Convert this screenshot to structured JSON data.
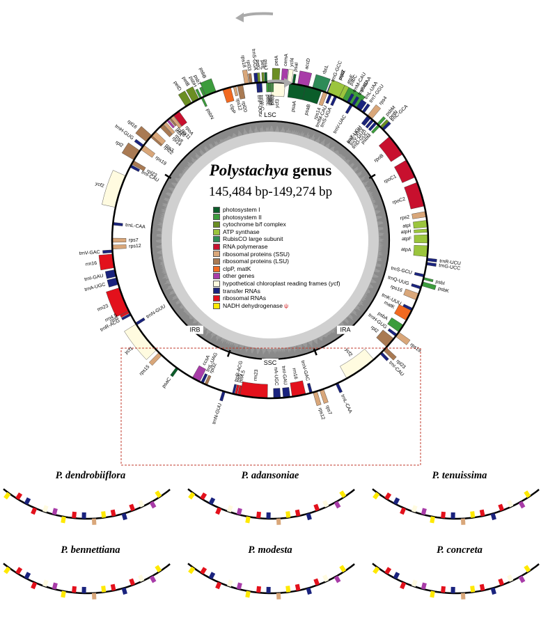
{
  "title": {
    "genus": "Polystachya",
    "suffix": "genus",
    "size_range": "145,484 bp-149,274 bp"
  },
  "regions": {
    "lsc": "LSC",
    "ssc": "SSC",
    "irb": "IRB",
    "ira": "IRA"
  },
  "colors": {
    "photosystem_I": "#0b5d2a",
    "photosystem_II": "#3c9c3c",
    "cytochrome": "#6b8e23",
    "atp": "#9bc53d",
    "rubisco": "#2e8b57",
    "rna_pol": "#c8102e",
    "rps": "#d9a77a",
    "rpl": "#a97a53",
    "clp_matk": "#f26a21",
    "other": "#a83ca8",
    "ycf": "#fffbe0",
    "trna": "#1a237e",
    "rrna": "#e3111c",
    "ndh": "#ffe900",
    "gc_dark": "#8a8a8a",
    "gc_light": "#d0d0d0",
    "box": "#c0392b"
  },
  "legend": [
    {
      "label": "photosystem I",
      "color": "#0b5d2a"
    },
    {
      "label": "photosystem II",
      "color": "#3c9c3c"
    },
    {
      "label": "cytochrome b/f complex",
      "color": "#6b8e23"
    },
    {
      "label": "ATP synthase",
      "color": "#9bc53d"
    },
    {
      "label": "RubisCO large subunit",
      "color": "#2e8b57"
    },
    {
      "label": "RNA polymerase",
      "color": "#c8102e"
    },
    {
      "label": "ribosomal proteins (SSU)",
      "color": "#d9a77a"
    },
    {
      "label": "ribosomal proteins (LSU)",
      "color": "#a97a53"
    },
    {
      "label": "clpP, matK",
      "color": "#f26a21"
    },
    {
      "label": "other genes",
      "color": "#a83ca8"
    },
    {
      "label": "hypothetical chloroplast reading frames (ycf)",
      "color": "#fffbe0"
    },
    {
      "label": "transfer RNAs",
      "color": "#1a237e"
    },
    {
      "label": "ribosomal RNAs",
      "color": "#e3111c"
    },
    {
      "label": "NADH dehydrogenase",
      "color": "#ffe900",
      "psi": "ψ"
    }
  ],
  "genes": [
    {
      "name": "trnS-GGA",
      "angle": -5,
      "span": 1.2,
      "side": "out",
      "cat": "trna"
    },
    {
      "name": "ycf3",
      "angle": 3,
      "span": 5,
      "side": "in",
      "cat": "ycf"
    },
    {
      "name": "psaA",
      "angle": 10,
      "span": 6,
      "side": "in",
      "cat": "photosystem_I"
    },
    {
      "name": "psaB",
      "angle": 16,
      "span": 6,
      "side": "in",
      "cat": "photosystem_I"
    },
    {
      "name": "rps14",
      "angle": 20.5,
      "span": 1.5,
      "side": "in",
      "cat": "rps"
    },
    {
      "name": "trnfM-CAU",
      "angle": 22.5,
      "span": 1,
      "side": "in",
      "cat": "trna"
    },
    {
      "name": "trnS-UGA",
      "angle": 24.5,
      "span": 1,
      "side": "in",
      "cat": "trna"
    },
    {
      "name": "psbZ",
      "angle": 23.5,
      "span": 1.5,
      "side": "out",
      "cat": "photosystem_II"
    },
    {
      "name": "trnG-GCC",
      "angle": 21.5,
      "span": 1,
      "side": "out",
      "cat": "trna"
    },
    {
      "name": "psbC",
      "angle": 27.5,
      "span": 4,
      "side": "out",
      "cat": "photosystem_II"
    },
    {
      "name": "psbD",
      "angle": 31.5,
      "span": 4,
      "side": "out",
      "cat": "photosystem_II"
    },
    {
      "name": "trnT-GGU",
      "angle": 36,
      "span": 1,
      "side": "out",
      "cat": "trna"
    },
    {
      "name": "psbM",
      "angle": 43,
      "span": 1,
      "side": "out",
      "cat": "photosystem_II"
    },
    {
      "name": "trnC-GCA",
      "angle": 45.5,
      "span": 1,
      "side": "out",
      "cat": "trna"
    },
    {
      "name": "petN",
      "angle": 44.5,
      "span": 1,
      "side": "out",
      "cat": "cytochrome"
    },
    {
      "name": "trnE-UUC",
      "angle": 39,
      "span": 1,
      "side": "in",
      "cat": "trna"
    },
    {
      "name": "trnY-GUA",
      "angle": 40.5,
      "span": 1,
      "side": "in",
      "cat": "trna"
    },
    {
      "name": "trnD-GUC",
      "angle": 42,
      "span": 1,
      "side": "in",
      "cat": "trna"
    },
    {
      "name": "psbM",
      "angle": 43.5,
      "span": 1,
      "side": "in",
      "cat": "photosystem_II"
    },
    {
      "name": "rpoB",
      "angle": 53,
      "span": 8,
      "side": "in",
      "cat": "rna_pol"
    },
    {
      "name": "rpoC1",
      "angle": 63,
      "span": 7,
      "side": "in",
      "cat": "rna_pol"
    },
    {
      "name": "rpoC2",
      "angle": 73,
      "span": 9,
      "side": "in",
      "cat": "rna_pol"
    },
    {
      "name": "rps2",
      "angle": 80.5,
      "span": 2,
      "side": "in",
      "cat": "rps"
    },
    {
      "name": "atpI",
      "angle": 84,
      "span": 2.5,
      "side": "in",
      "cat": "atp"
    },
    {
      "name": "atpH",
      "angle": 86.5,
      "span": 1.2,
      "side": "in",
      "cat": "atp"
    },
    {
      "name": "atpF",
      "angle": 89.5,
      "span": 3,
      "side": "in",
      "cat": "atp"
    },
    {
      "name": "atpA",
      "angle": 94,
      "span": 4,
      "side": "in",
      "cat": "atp"
    },
    {
      "name": "trnR-UCU",
      "angle": 97,
      "span": 1,
      "side": "out",
      "cat": "trna"
    },
    {
      "name": "trnG-UCC",
      "angle": 98.5,
      "span": 1,
      "side": "out",
      "cat": "trna"
    },
    {
      "name": "psbI",
      "angle": 104,
      "span": 0.8,
      "side": "out",
      "cat": "photosystem_II"
    },
    {
      "name": "psbK",
      "angle": 106,
      "span": 1.5,
      "side": "out",
      "cat": "photosystem_II"
    },
    {
      "name": "trnS-GCU",
      "angle": 103,
      "span": 1,
      "side": "in",
      "cat": "trna"
    },
    {
      "name": "trnQ-UUG",
      "angle": 107.5,
      "span": 1,
      "side": "in",
      "cat": "trna"
    },
    {
      "name": "rps16",
      "angle": 111,
      "span": 2.5,
      "side": "in",
      "cat": "rps"
    },
    {
      "name": "trnK-UUU",
      "angle": 116,
      "span": 1,
      "side": "in",
      "cat": "trna"
    },
    {
      "name": "matK",
      "angle": 118.5,
      "span": 4,
      "side": "in",
      "cat": "clp_matk"
    },
    {
      "name": "psbA",
      "angle": 124,
      "span": 3,
      "side": "in",
      "cat": "photosystem_II"
    },
    {
      "name": "trnH-GUG",
      "angle": 127,
      "span": 1,
      "side": "in",
      "cat": "trna"
    },
    {
      "name": "rps19",
      "angle": 126.5,
      "span": 2,
      "side": "out",
      "cat": "rps"
    },
    {
      "name": "rpl2",
      "angle": 130.5,
      "span": 4,
      "side": "in",
      "cat": "rpl"
    },
    {
      "name": "rpl23",
      "angle": 133.5,
      "span": 1.5,
      "side": "out",
      "cat": "rpl"
    },
    {
      "name": "trnI-CAU",
      "angle": 135.5,
      "span": 1,
      "side": "out",
      "cat": "trna"
    },
    {
      "name": "ycf2",
      "angle": 145,
      "span": 12,
      "side": "in",
      "cat": "ycf"
    },
    {
      "name": "trnL-CAA",
      "angle": 155,
      "span": 1,
      "side": "out",
      "cat": "trna"
    },
    {
      "name": "rps7",
      "angle": 161,
      "span": 1.5,
      "side": "out",
      "cat": "rps"
    },
    {
      "name": "rps12",
      "angle": 163.5,
      "span": 1.5,
      "side": "out",
      "cat": "rps"
    },
    {
      "name": "trnV-GAC",
      "angle": 165,
      "span": 1,
      "side": "in",
      "cat": "trna"
    },
    {
      "name": "rrn16",
      "angle": 169.5,
      "span": 5,
      "side": "in",
      "cat": "rrna"
    },
    {
      "name": "trnI-GAU",
      "angle": 174,
      "span": 2.5,
      "side": "in",
      "cat": "trna"
    },
    {
      "name": "trnA-UGC",
      "angle": 177.5,
      "span": 2.5,
      "side": "in",
      "cat": "trna"
    },
    {
      "name": "rrn23",
      "angle": 186,
      "span": 10,
      "side": "in",
      "cat": "rrna"
    },
    {
      "name": "rrn4.5",
      "angle": 191.5,
      "span": 0.8,
      "side": "in",
      "cat": "rrna"
    },
    {
      "name": "rrn5",
      "angle": 192.5,
      "span": 0.8,
      "side": "in",
      "cat": "rrna"
    },
    {
      "name": "trnR-ACG",
      "angle": 193.5,
      "span": 0.8,
      "side": "in",
      "cat": "trna"
    },
    {
      "name": "trnN-GUU",
      "angle": 197,
      "span": 1,
      "side": "out",
      "cat": "trna"
    },
    {
      "name": "rpl32",
      "angle": 204,
      "span": 1,
      "side": "in",
      "cat": "rpl"
    },
    {
      "name": "trnL-UAG",
      "angle": 205.5,
      "span": 1,
      "side": "in",
      "cat": "trna"
    },
    {
      "name": "ccsA",
      "angle": 208,
      "span": 3,
      "side": "in",
      "cat": "other"
    },
    {
      "name": "psaC",
      "angle": 216,
      "span": 1,
      "side": "out",
      "cat": "photosystem_I"
    },
    {
      "name": "rps15",
      "angle": 224,
      "span": 1.5,
      "side": "out",
      "cat": "rps"
    },
    {
      "name": "ycf1",
      "angle": 232,
      "span": 12,
      "side": "out",
      "cat": "ycf"
    },
    {
      "name": "trnN-GUU",
      "angle": 238,
      "span": 1,
      "side": "in",
      "cat": "trna"
    },
    {
      "name": "rrn5",
      "angle": 243,
      "span": 0.8,
      "side": "out",
      "cat": "rrna"
    },
    {
      "name": "rrn4.5",
      "angle": 244,
      "span": 0.8,
      "side": "out",
      "cat": "rrna"
    },
    {
      "name": "trnR-ACG",
      "angle": 242,
      "span": 0.8,
      "side": "out",
      "cat": "trna"
    },
    {
      "name": "rrn23",
      "angle": 248,
      "span": 9,
      "side": "out",
      "cat": "rrna"
    },
    {
      "name": "trnA-UGC",
      "angle": 255,
      "span": 2.5,
      "side": "out",
      "cat": "trna"
    },
    {
      "name": "trnI-GAU",
      "angle": 258,
      "span": 2.5,
      "side": "out",
      "cat": "trna"
    },
    {
      "name": "rrn16",
      "angle": 262.5,
      "span": 5,
      "side": "out",
      "cat": "rrna"
    },
    {
      "name": "trnV-GAC",
      "angle": 266,
      "span": 1,
      "side": "out",
      "cat": "trna"
    },
    {
      "name": "rps12",
      "angle": 267.5,
      "span": 1.5,
      "side": "in",
      "cat": "rps"
    },
    {
      "name": "rps7",
      "angle": 270,
      "span": 1.5,
      "side": "in",
      "cat": "rps"
    },
    {
      "name": "trnL-CAA",
      "angle": 276,
      "span": 1,
      "side": "in",
      "cat": "trna"
    },
    {
      "name": "ycf2",
      "angle": 288,
      "span": 12,
      "side": "out",
      "cat": "ycf"
    },
    {
      "name": "trnI-CAU",
      "angle": 298,
      "span": 1,
      "side": "in",
      "cat": "trna"
    },
    {
      "name": "rpl23",
      "angle": 299.5,
      "span": 1.5,
      "side": "in",
      "cat": "rpl"
    },
    {
      "name": "rpl2",
      "angle": 302.5,
      "span": 4,
      "side": "out",
      "cat": "rpl"
    },
    {
      "name": "rps19",
      "angle": 306,
      "span": 2,
      "side": "in",
      "cat": "rps"
    },
    {
      "name": "trnH-GUG",
      "angle": 306.5,
      "span": 1,
      "side": "out",
      "cat": "trna"
    },
    {
      "name": "rpl16",
      "angle": 310,
      "span": 3,
      "side": "out",
      "cat": "rpl"
    },
    {
      "name": "rpl22",
      "angle": 311.5,
      "span": 1.5,
      "side": "in",
      "cat": "rpl"
    },
    {
      "name": "rps3",
      "angle": 312.5,
      "span": 2,
      "side": "in",
      "cat": "rps"
    },
    {
      "name": "rpl14",
      "angle": 316.5,
      "span": 1.5,
      "side": "in",
      "cat": "rpl"
    },
    {
      "name": "rps8",
      "angle": 318,
      "span": 1.2,
      "side": "in",
      "cat": "rps"
    },
    {
      "name": "infA",
      "angle": 319.5,
      "span": 0.8,
      "side": "in",
      "cat": "other"
    },
    {
      "name": "rpl36",
      "angle": 320.5,
      "span": 0.6,
      "side": "in",
      "cat": "rpl"
    },
    {
      "name": "rps11",
      "angle": 321.5,
      "span": 1.2,
      "side": "in",
      "cat": "rps"
    },
    {
      "name": "rpoA",
      "angle": 323.5,
      "span": 2.5,
      "side": "in",
      "cat": "rna_pol"
    },
    {
      "name": "petD",
      "angle": 329,
      "span": 2.5,
      "side": "out",
      "cat": "cytochrome"
    },
    {
      "name": "petB",
      "angle": 332,
      "span": 2.5,
      "side": "out",
      "cat": "cytochrome"
    },
    {
      "name": "psbH",
      "angle": 334,
      "span": 0.8,
      "side": "out",
      "cat": "photosystem_II"
    },
    {
      "name": "psbN",
      "angle": 334.5,
      "span": 0.8,
      "side": "in",
      "cat": "photosystem_II"
    },
    {
      "name": "psbT",
      "angle": 335.5,
      "span": 0.8,
      "side": "out",
      "cat": "photosystem_II"
    },
    {
      "name": "psbB",
      "angle": 338,
      "span": 4,
      "side": "out",
      "cat": "photosystem_II"
    },
    {
      "name": "clpP",
      "angle": 344,
      "span": 3,
      "side": "in",
      "cat": "clp_matk"
    },
    {
      "name": "rps12",
      "angle": 347,
      "span": 1,
      "side": "in",
      "cat": "rps"
    },
    {
      "name": "rpl20",
      "angle": 349,
      "span": 2,
      "side": "in",
      "cat": "rpl"
    },
    {
      "name": "rps18",
      "angle": 351.5,
      "span": 1.5,
      "side": "out",
      "cat": "rps"
    },
    {
      "name": "rpl33",
      "angle": 353,
      "span": 1,
      "side": "out",
      "cat": "rpl"
    },
    {
      "name": "trnP-UGG",
      "angle": 355.5,
      "span": 1,
      "side": "in",
      "cat": "trna"
    },
    {
      "name": "trnW-CCA",
      "angle": 356.5,
      "span": 1,
      "side": "in",
      "cat": "trna"
    },
    {
      "name": "petG",
      "angle": 356,
      "span": 0.8,
      "side": "out",
      "cat": "cytochrome"
    },
    {
      "name": "petL",
      "angle": 357.5,
      "span": 0.8,
      "side": "out",
      "cat": "cytochrome"
    },
    {
      "name": "psaJ",
      "angle": 358.5,
      "span": 0.8,
      "side": "out",
      "cat": "photosystem_I"
    },
    {
      "name": "psbE",
      "angle": 359,
      "span": 0.8,
      "side": "in",
      "cat": "photosystem_II"
    },
    {
      "name": "psbF",
      "angle": 359.7,
      "span": 0.5,
      "side": "in",
      "cat": "photosystem_II"
    },
    {
      "name": "psbL",
      "angle": 0.3,
      "span": 0.5,
      "side": "in",
      "cat": "photosystem_II"
    },
    {
      "name": "psbJ",
      "angle": 1,
      "span": 0.5,
      "side": "in",
      "cat": "photosystem_II"
    },
    {
      "name": "petA",
      "angle": 362,
      "span": 2.5,
      "side": "out",
      "cat": "cytochrome"
    },
    {
      "name": "cemA",
      "angle": 365,
      "span": 2,
      "side": "out",
      "cat": "other"
    },
    {
      "name": "ycf4",
      "angle": 367,
      "span": 1.5,
      "side": "out",
      "cat": "ycf"
    },
    {
      "name": "psaI",
      "angle": 368.5,
      "span": 0.8,
      "side": "out",
      "cat": "photosystem_I"
    },
    {
      "name": "accD",
      "angle": 372,
      "span": 4,
      "side": "out",
      "cat": "other"
    },
    {
      "name": "rbcL",
      "angle": 378,
      "span": 5,
      "side": "out",
      "cat": "rubisco"
    },
    {
      "name": "atpB",
      "angle": 383.5,
      "span": 4.5,
      "side": "out",
      "cat": "atp"
    },
    {
      "name": "atpE",
      "angle": 386.5,
      "span": 1.5,
      "side": "out",
      "cat": "atp"
    },
    {
      "name": "trnM-CAU",
      "angle": 389.5,
      "span": 1,
      "side": "out",
      "cat": "trna"
    },
    {
      "name": "trnV-UAC",
      "angle": 391,
      "span": 1,
      "side": "in",
      "cat": "trna"
    },
    {
      "name": "trnF-GAA",
      "angle": 391.5,
      "span": 1,
      "side": "out",
      "cat": "trna"
    },
    {
      "name": "trnL-UAA",
      "angle": 394,
      "span": 2,
      "side": "out",
      "cat": "trna"
    },
    {
      "name": "trnT-UGU",
      "angle": 398.5,
      "span": 1,
      "side": "in",
      "cat": "trna"
    },
    {
      "name": "rps4",
      "angle": 399,
      "span": 2,
      "side": "out",
      "cat": "rps"
    }
  ],
  "panels": [
    {
      "name": "P. dendrobiiflora"
    },
    {
      "name": "P. adansoniae"
    },
    {
      "name": "P. tenuissima"
    },
    {
      "name": "P. bennettiana"
    },
    {
      "name": "P. modesta"
    },
    {
      "name": "P. concreta"
    }
  ]
}
